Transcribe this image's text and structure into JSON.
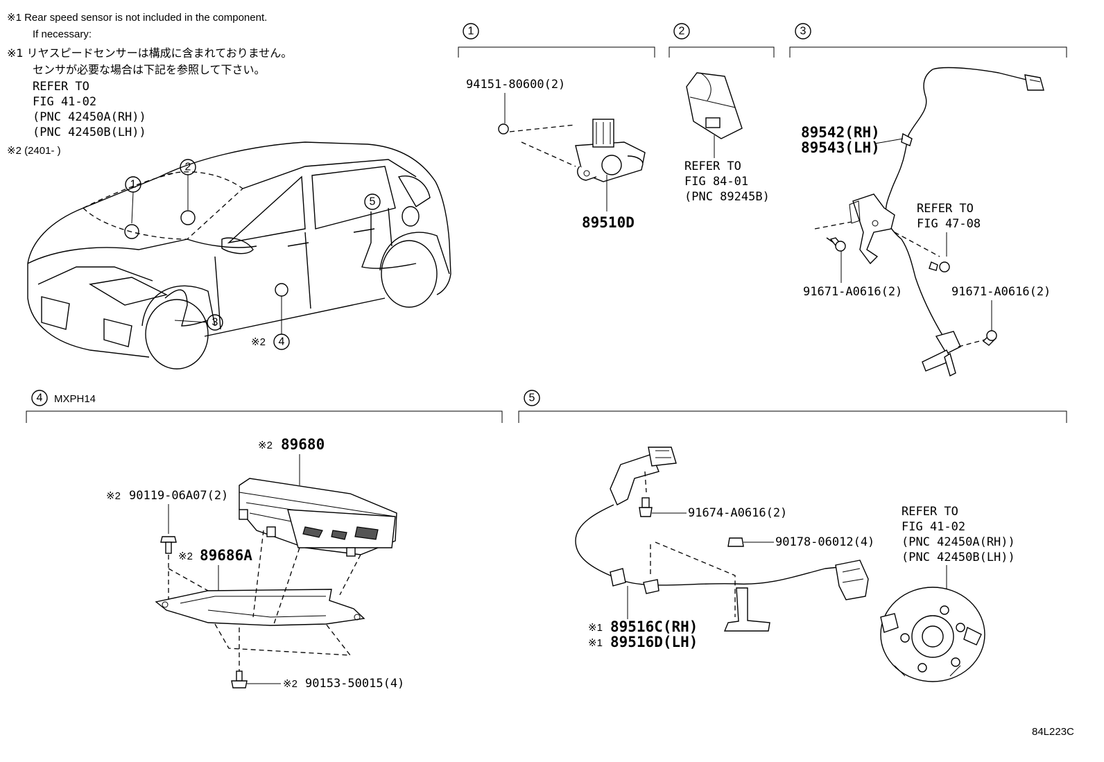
{
  "notes": {
    "n1_en_line1": "※1 Rear speed sensor is not included in the component.",
    "n1_en_line2": "If necessary:",
    "n1_jp_line1": "※1 リヤスピードセンサーは構成に含まれておりません。",
    "n1_jp_line2": "センサが必要な場合は下記を参照して下さい。",
    "ref1": "REFER TO",
    "ref2": "FIG 41-02",
    "ref3": "(PNC 42450A(RH))",
    "ref4": "(PNC 42450B(LH))",
    "n2": "※2 (2401-      )"
  },
  "sections": {
    "s1": "1",
    "s2": "2",
    "s3": "3",
    "s4": "4",
    "s4_label": "MXPH14",
    "s5": "5"
  },
  "callouts": {
    "c1": "1",
    "c2": "2",
    "c3": "3",
    "c4": "4",
    "c4_prefix": "※2",
    "c5": "5"
  },
  "section1": {
    "screw": "94151-80600(2)",
    "part": "89510D"
  },
  "section2": {
    "ref1": "REFER TO",
    "ref2": "FIG 84-01",
    "ref3": "(PNC 89245B)"
  },
  "section3": {
    "rh": "89542(RH)",
    "lh": "89543(LH)",
    "ref1": "REFER TO",
    "ref2": "FIG 47-08",
    "bolt_a": "91671-A0616(2)",
    "bolt_b": "91671-A0616(2)"
  },
  "section4": {
    "ecu": "89680",
    "ecu_prefix": "※2",
    "bolt_top": "90119-06A07(2)",
    "bolt_top_prefix": "※2",
    "bracket": "89686A",
    "bracket_prefix": "※2",
    "bolt_bottom": "90153-50015(4)",
    "bolt_bottom_prefix": "※2"
  },
  "section5": {
    "bolt": "91674-A0616(2)",
    "nut": "90178-06012(4)",
    "rh": "89516C(RH)",
    "lh": "89516D(LH)",
    "rh_prefix": "※1",
    "lh_prefix": "※1",
    "ref1": "REFER TO",
    "ref2": "FIG 41-02",
    "ref3": "(PNC 42450A(RH))",
    "ref4": "(PNC 42450B(LH))"
  },
  "figure_id": "84L223C"
}
